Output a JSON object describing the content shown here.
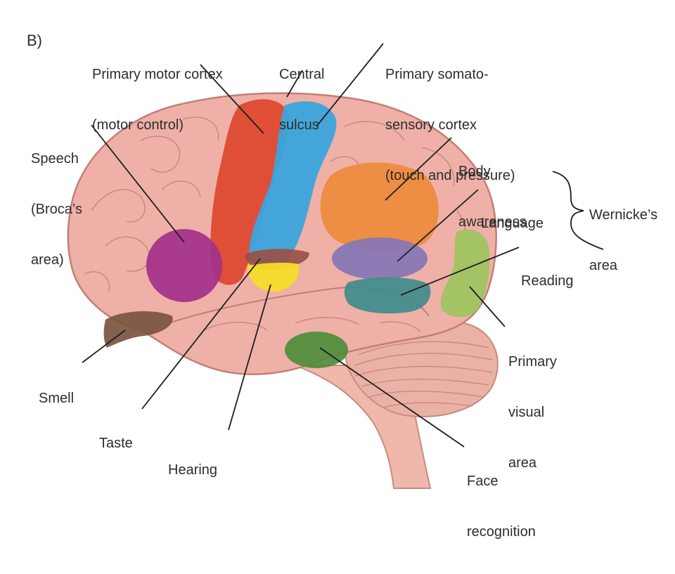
{
  "panel_label": "B)",
  "labels": {
    "primary_motor_cortex": [
      "Primary motor cortex",
      "(motor control)"
    ],
    "central_sulcus": [
      "Central",
      "sulcus"
    ],
    "primary_somatosensory_cortex": [
      "Primary somato-",
      "sensory cortex",
      "(touch and pressure)"
    ],
    "speech": [
      "Speech",
      "(Broca’s",
      "area)"
    ],
    "body_awareness": [
      "Body",
      "awareness"
    ],
    "language": [
      "Language"
    ],
    "wernickes_area": [
      "Wernicke’s",
      "area"
    ],
    "reading": [
      "Reading"
    ],
    "primary_visual_area": [
      "Primary",
      "visual",
      "area"
    ],
    "smell": [
      "Smell"
    ],
    "taste": [
      "Taste"
    ],
    "hearing": [
      "Hearing"
    ],
    "face_recognition": [
      "Face",
      "recognition"
    ]
  },
  "region_colors": {
    "brain": "#efb0a8",
    "motor": "#dd4a32",
    "somatosensory": "#3aa4dc",
    "speech": "#a4308a",
    "body_awareness": "#ee8a3c",
    "language": "#8676b6",
    "reading": "#3f8c8c",
    "visual": "#9cc460",
    "smell": "#7a5540",
    "taste": "#f6dc28",
    "hearing": "#9a5048",
    "face": "#4e8c3a"
  }
}
